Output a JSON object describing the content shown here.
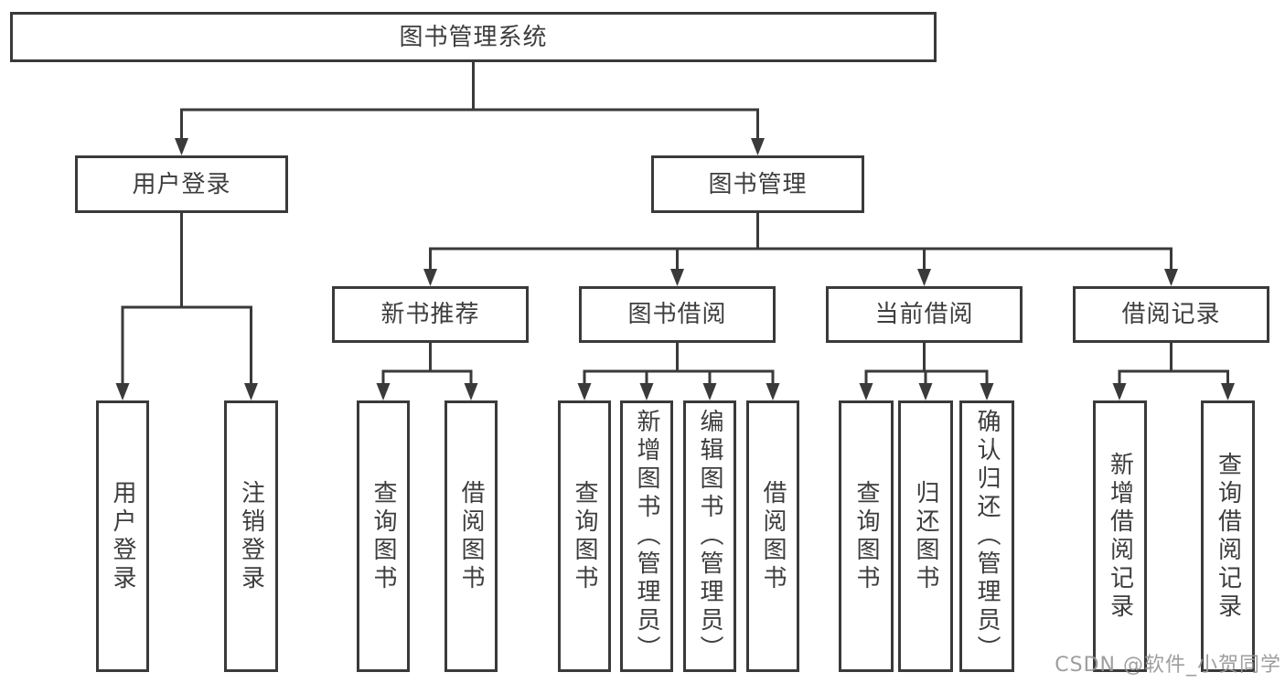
{
  "title": {
    "label": "图书管理系统"
  },
  "nodes": {
    "user_login": "用户登录",
    "book_management": "图书管理",
    "new_book_recommend": "新书推荐",
    "book_borrow": "图书借阅",
    "current_borrow": "当前借阅",
    "borrow_records": "借阅记录"
  },
  "leaves": {
    "user_login_leaf": "用户登录",
    "logout_leaf": "注销登录",
    "nb_query_books": "查询图书",
    "nb_borrow_books": "借阅图书",
    "bb_query_books": "查询图书",
    "bb_add_books": "新增图书（管理员）",
    "bb_edit_books": "编辑图书（管理员）",
    "bb_borrow_books": "借阅图书",
    "cb_query_books": "查询图书",
    "cb_return_books": "归还图书",
    "cb_confirm_return": "确认归还（管理员）",
    "br_add_record": "新增借阅记录",
    "br_query_record": "查询借阅记录"
  },
  "watermark": "CSDN @软件_小贺同学",
  "colors": {
    "line": "#3a3a3a",
    "text": "#3d3d3d",
    "watermark": "#969696",
    "background": "#ffffff"
  }
}
